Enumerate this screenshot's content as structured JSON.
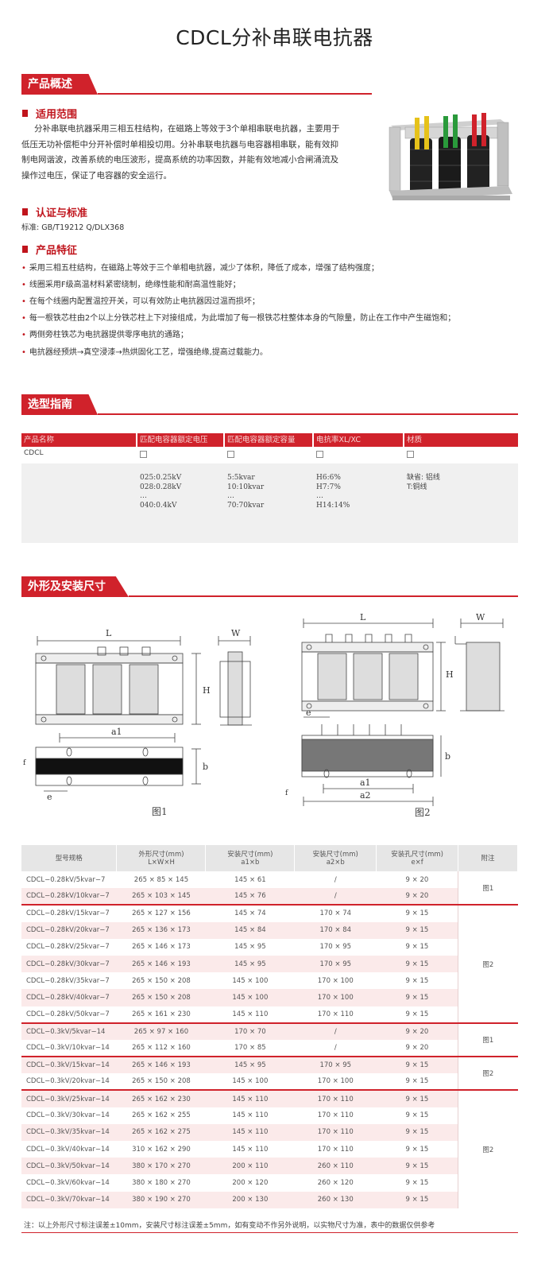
{
  "title": "CDCL分补串联电抗器",
  "overview": {
    "section_label": "产品概述",
    "scope_title": "适用范围",
    "scope_lines": [
      "分补串联电抗器采用三相五柱结构，在磁路上等效于3个单相串联电抗器，主要用于",
      "低压无功补偿柜中分开补偿时单相投切用。分补串联电抗器与电容器相串联，能有效抑",
      "制电网谐波，改善系统的电压波形，提高系统的功率因数，并能有效地减小合闸涌流及",
      "操作过电压，保证了电容器的安全运行。"
    ],
    "cert_title": "认证与标准",
    "cert_text": "标准: GB/T19212  Q/DLX368",
    "feature_title": "产品特征",
    "features": [
      "采用三相五柱结构，在磁路上等效于三个单相电抗器，减少了体积，降低了成本，增强了结构强度；",
      "线圈采用F级高温材料紧密绕制，绝缘性能和耐高温性能好；",
      "在每个线圈内配置温控开关，可以有效防止电抗器因过温而损坏；",
      "每一根铁芯柱由2个以上分铁芯柱上下对接组成，为此增加了每一根铁芯柱整体本身的气隙量，防止在工作中产生磁饱和；",
      "两侧旁柱铁芯为电抗器提供零序电抗的通路；",
      "电抗器经预烘→真空浸漆→热烘固化工艺，增强绝缘,提高过载能力。"
    ]
  },
  "selection": {
    "section_label": "选型指南",
    "headers": [
      "产品名称",
      "匹配电容器额定电压",
      "匹配电容器额定容量",
      "电抗率XL/XC",
      "材质"
    ],
    "product": "CDCL",
    "voltage_options": "025:0.25kV\n028:0.28kV\n…\n040:0.4kV",
    "capacity_options": "5:5kvar\n10:10kvar\n…\n70:70kvar",
    "reactance_options": "H6:6%\nH7:7%\n…\nH14:14%",
    "material_options": "缺省: 铝线\nT:铜线"
  },
  "dimensions": {
    "section_label": "外形及安装尺寸",
    "fig1_label": "图1",
    "fig2_label": "图2",
    "dim_labels": {
      "L": "L",
      "W": "W",
      "H": "H",
      "a1": "a1",
      "a2": "a2",
      "b": "b",
      "e": "e",
      "f": "f"
    }
  },
  "table": {
    "headers": [
      "型号规格",
      "外形尺寸(mm)\nL×W×H",
      "安装尺寸(mm)\na1×b",
      "安装尺寸(mm)\na2×b",
      "安装孔尺寸(mm)\ne×f",
      "附注"
    ],
    "rows": [
      {
        "model": "CDCL−0.28kV/5kvar−7",
        "lwh": "265 × 85 × 145",
        "a1b": "145 × 61",
        "a2b": "/",
        "ef": "9 × 20"
      },
      {
        "model": "CDCL−0.28kV/10kvar−7",
        "lwh": "265 × 103 × 145",
        "a1b": "145 × 76",
        "a2b": "/",
        "ef": "9 × 20"
      },
      {
        "model": "CDCL−0.28kV/15kvar−7",
        "lwh": "265 × 127 × 156",
        "a1b": "145 × 74",
        "a2b": "170 × 74",
        "ef": "9 × 15"
      },
      {
        "model": "CDCL−0.28kV/20kvar−7",
        "lwh": "265 × 136 × 173",
        "a1b": "145 × 84",
        "a2b": "170 × 84",
        "ef": "9 × 15"
      },
      {
        "model": "CDCL−0.28kV/25kvar−7",
        "lwh": "265 × 146 × 173",
        "a1b": "145 × 95",
        "a2b": "170 × 95",
        "ef": "9 × 15"
      },
      {
        "model": "CDCL−0.28kV/30kvar−7",
        "lwh": "265 × 146 × 193",
        "a1b": "145 × 95",
        "a2b": "170 × 95",
        "ef": "9 × 15"
      },
      {
        "model": "CDCL−0.28kV/35kvar−7",
        "lwh": "265 × 150 × 208",
        "a1b": "145 × 100",
        "a2b": "170 × 100",
        "ef": "9 × 15"
      },
      {
        "model": "CDCL−0.28kV/40kvar−7",
        "lwh": "265 × 150 × 208",
        "a1b": "145 × 100",
        "a2b": "170 × 100",
        "ef": "9 × 15"
      },
      {
        "model": "CDCL−0.28kV/50kvar−7",
        "lwh": "265 × 161 × 230",
        "a1b": "145 × 110",
        "a2b": "170 × 110",
        "ef": "9 × 15"
      },
      {
        "model": "CDCL−0.3kV/5kvar−14",
        "lwh": "265 × 97 × 160",
        "a1b": "170 × 70",
        "a2b": "/",
        "ef": "9 × 20"
      },
      {
        "model": "CDCL−0.3kV/10kvar−14",
        "lwh": "265 × 112 × 160",
        "a1b": "170 × 85",
        "a2b": "/",
        "ef": "9 × 20"
      },
      {
        "model": "CDCL−0.3kV/15kvar−14",
        "lwh": "265 × 146 × 193",
        "a1b": "145 × 95",
        "a2b": "170 × 95",
        "ef": "9 × 15"
      },
      {
        "model": "CDCL−0.3kV/20kvar−14",
        "lwh": "265 × 150 × 208",
        "a1b": "145 × 100",
        "a2b": "170 × 100",
        "ef": "9 × 15"
      },
      {
        "model": "CDCL−0.3kV/25kvar−14",
        "lwh": "265 × 162 × 230",
        "a1b": "145 × 110",
        "a2b": "170 × 110",
        "ef": "9 × 15"
      },
      {
        "model": "CDCL−0.3kV/30kvar−14",
        "lwh": "265 × 162 × 255",
        "a1b": "145 × 110",
        "a2b": "170 × 110",
        "ef": "9 × 15"
      },
      {
        "model": "CDCL−0.3kV/35kvar−14",
        "lwh": "265 × 162 × 275",
        "a1b": "145 × 110",
        "a2b": "170 × 110",
        "ef": "9 × 15"
      },
      {
        "model": "CDCL−0.3kV/40kvar−14",
        "lwh": "310 × 162 × 290",
        "a1b": "145 × 110",
        "a2b": "170 × 110",
        "ef": "9 × 15"
      },
      {
        "model": "CDCL−0.3kV/50kvar−14",
        "lwh": "380 × 170 × 270",
        "a1b": "200 × 110",
        "a2b": "260 × 110",
        "ef": "9 × 15"
      },
      {
        "model": "CDCL−0.3kV/60kvar−14",
        "lwh": "380 × 180 × 270",
        "a1b": "200 × 120",
        "a2b": "260 × 120",
        "ef": "9 × 15"
      },
      {
        "model": "CDCL−0.3kV/70kvar−14",
        "lwh": "380 × 190 × 270",
        "a1b": "200 × 130",
        "a2b": "260 × 130",
        "ef": "9 × 15"
      }
    ],
    "notes": [
      {
        "label": "图1",
        "rows": 2
      },
      {
        "label": "图2",
        "rows": 7
      },
      {
        "label": "图1",
        "rows": 2
      },
      {
        "label": "图2",
        "rows": 2
      },
      {
        "label": "图2",
        "rows": 7
      }
    ],
    "footnote": "注：以上外形尺寸标注误差±10mm，安装尺寸标注误差±5mm，如有变动不作另外说明，以实物尺寸为准，表中的数据仅供参考"
  },
  "colors": {
    "accent": "#d0222b",
    "alt_row": "#fbeaea",
    "header_bg": "#e6e6e6"
  }
}
